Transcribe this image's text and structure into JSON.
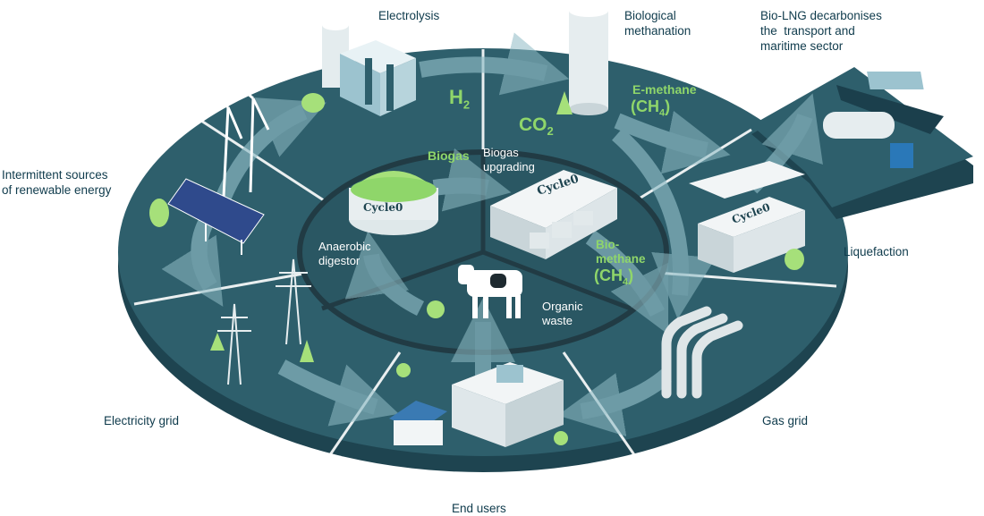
{
  "labels": {
    "electrolysis": "Electrolysis",
    "biological_methanation": "Biological\nmethanation",
    "bio_lng": "Bio-LNG decarbonises\nthe  transport and\nmaritime sector",
    "intermittent": "Intermittent sources\nof renewable energy",
    "liquefaction": "Liquefaction",
    "electricity_grid": "Electricity grid",
    "gas_grid": "Gas grid",
    "end_users": "End users",
    "anaerobic_digester": "Anaerobic\ndigestor",
    "biogas_upgrading": "Biogas\nupgrading",
    "organic_waste": "Organic\nwaste"
  },
  "flows": {
    "h2": "H",
    "h2_sub": "2",
    "co2": "CO",
    "co2_sub": "2",
    "biogas": "Biogas",
    "e_methane": "E-methane",
    "e_methane_formula": "(CH",
    "e_methane_sub": "4",
    "bio_methane_1": "Bio-",
    "bio_methane_2": "methane",
    "bio_methane_formula": "(CH",
    "bio_methane_sub": "4"
  },
  "branding": {
    "logo": "Cycle0"
  },
  "colors": {
    "ring": "#2e5f6c",
    "ring_side": "#1e4450",
    "accent_green": "#8fd66a",
    "label_text": "#0f3b4c"
  }
}
